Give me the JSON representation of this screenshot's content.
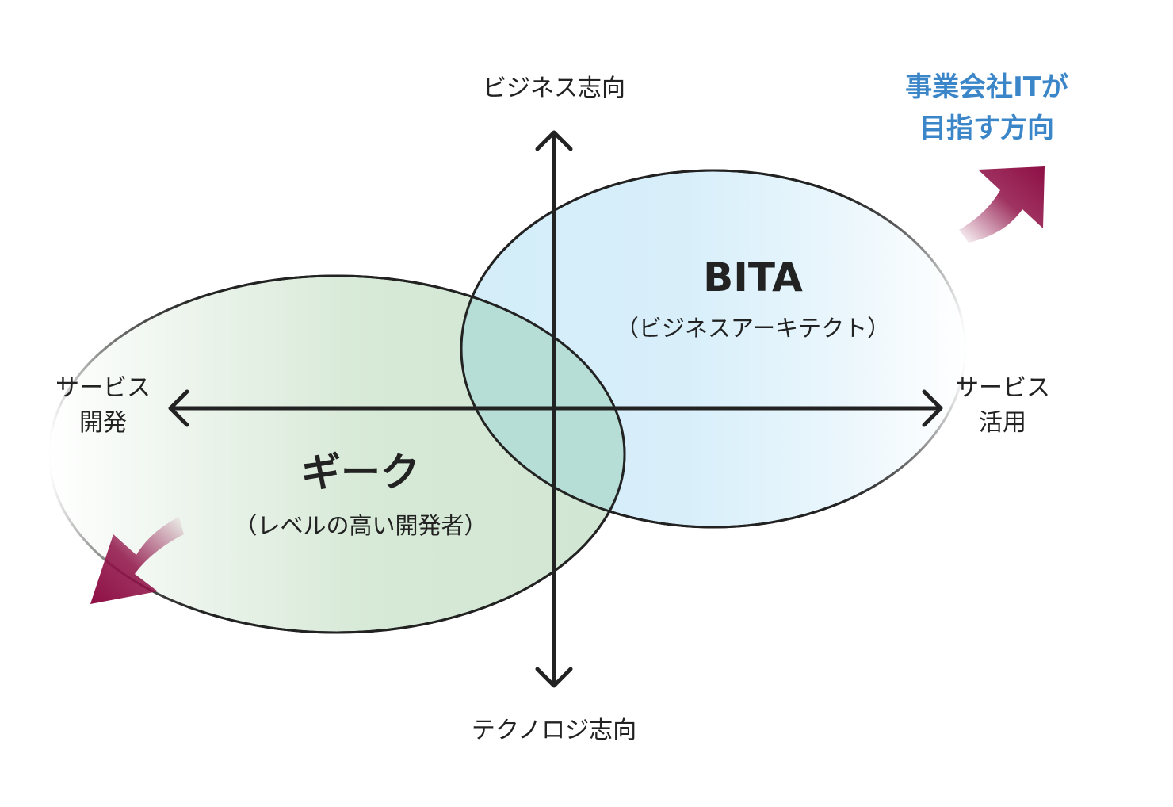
{
  "axes": {
    "top": "ビジネス志向",
    "bottom": "テクノロジ志向",
    "left": [
      "サービス",
      "開発"
    ],
    "right": [
      "サービス",
      "活用"
    ]
  },
  "regions": {
    "bita": {
      "title": "BITA",
      "subtitle": "（ビジネスアーキテクト）"
    },
    "geek": {
      "title": "ギーク",
      "subtitle": "（レベルの高い開発者）"
    }
  },
  "goal": {
    "line1": "事業会社ITが",
    "line2": "目指す方向"
  },
  "colors": {
    "bita_fill": "#d6effa",
    "geek_fill": "#d4e8d6",
    "overlap_fill": "#b6ded6",
    "arrow": "#8e0f45",
    "goal_text": "#3a86c8",
    "axis": "#222222"
  }
}
